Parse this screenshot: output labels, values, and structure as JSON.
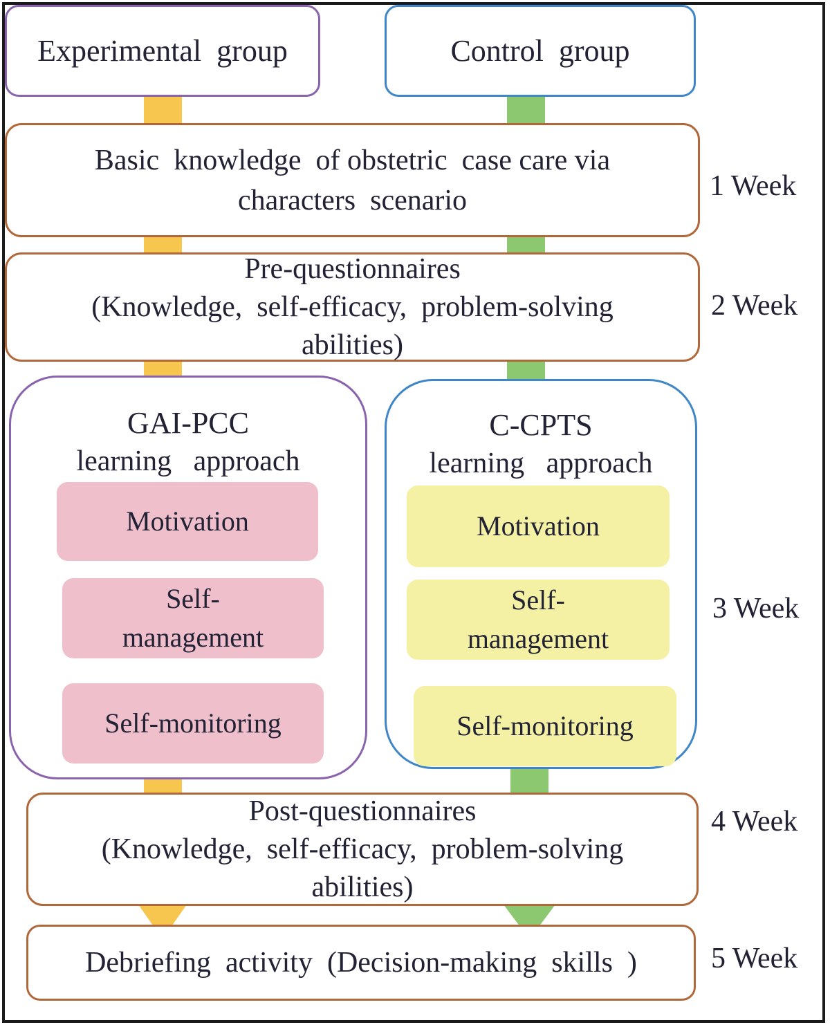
{
  "groups": {
    "experimental": "Experimental  group",
    "control": "Control  group"
  },
  "stages": {
    "basic": {
      "line1": "Basic  knowledge  of obstetric  case care via",
      "line2": "characters  scenario"
    },
    "pre": {
      "line1": "Pre-questionnaires",
      "line2": "(Knowledge,  self-efficacy,  problem-solving",
      "line3": "abilities)"
    },
    "post": {
      "line1": "Post-questionnaires",
      "line2": "(Knowledge,  self-efficacy,  problem-solving",
      "line3": "abilities)"
    },
    "debrief": "Debriefing  activity  (Decision-making  skills  )"
  },
  "approaches": {
    "experimental": {
      "name": "GAI-PCC",
      "subtitle": "learning   approach",
      "steps": [
        "Motivation",
        "Self-",
        "management",
        "Self-monitoring"
      ]
    },
    "control": {
      "name": "C-CPTS",
      "subtitle": "learning   approach",
      "steps": [
        "Motivation",
        "Self-",
        "management",
        "Self-monitoring"
      ]
    }
  },
  "weeks": [
    "1 Week",
    "2 Week",
    "3 Week",
    "4 Week",
    "5 Week"
  ],
  "colors": {
    "experimental_outline": "#8a63ad",
    "control_outline": "#3f86c8",
    "stage_outline": "#b0683a",
    "experimental_connector": "#f7c64f",
    "control_connector": "#8cc870",
    "experimental_step_fill": "#efbfcb",
    "control_step_fill": "#f5f1a4"
  }
}
